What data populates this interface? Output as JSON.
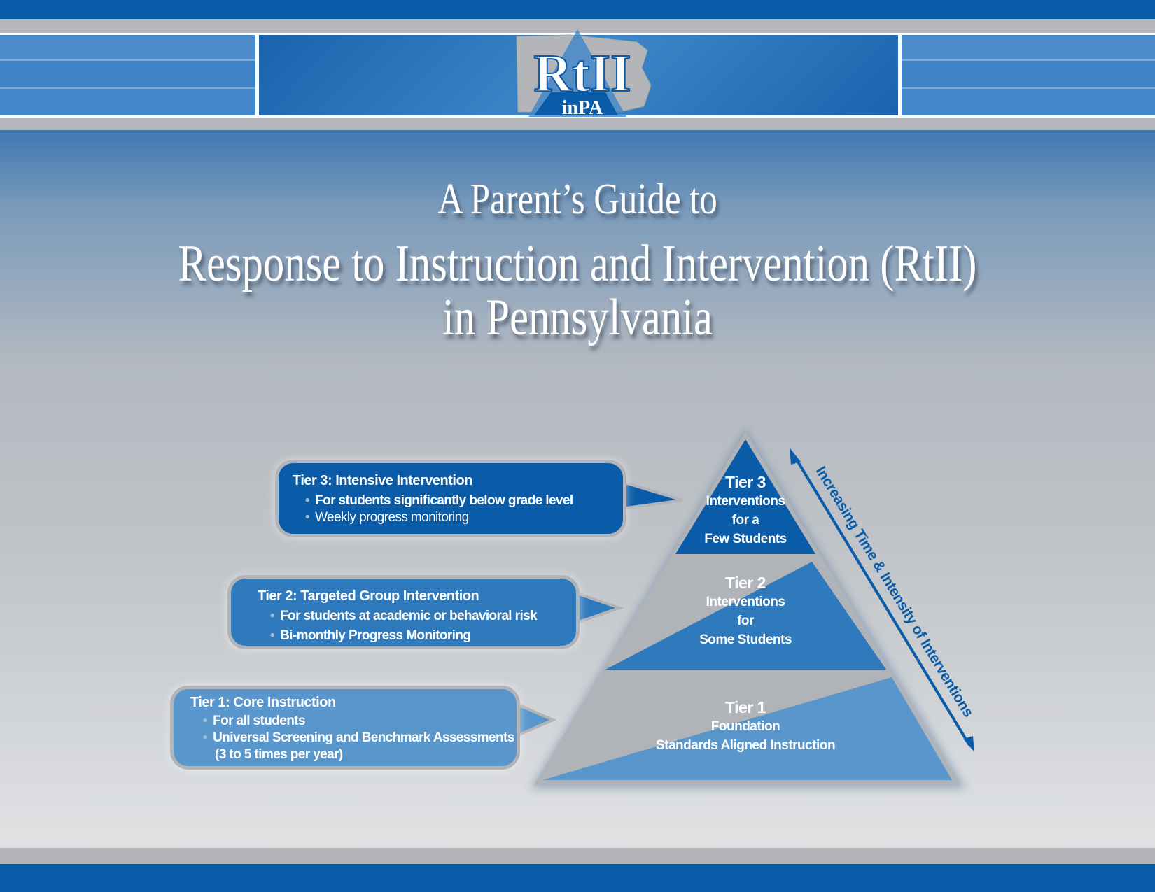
{
  "logo": {
    "main": "RtII",
    "sub": "inPA"
  },
  "title": {
    "line1": "A Parent’s Guide to",
    "line2": "Response to Instruction and Intervention (RtII)",
    "line3": "in Pennsylvania"
  },
  "callouts": [
    {
      "heading": "Tier 3: Intensive Intervention",
      "bullets": [
        "For students significantly below grade level",
        "Weekly progress monitoring"
      ]
    },
    {
      "heading": "Tier 2: Targeted Group Intervention",
      "bullets": [
        "For students at academic or behavioral risk",
        "Bi-monthly Progress Monitoring"
      ]
    },
    {
      "heading": "Tier 1: Core Instruction",
      "bullets": [
        "For all students",
        "Universal Screening and Benchmark Assessments",
        "(3 to 5 times per year)"
      ]
    }
  ],
  "pyramid": {
    "tier3": {
      "title": "Tier 3",
      "lines": [
        "Interventions",
        "for a",
        "Few Students"
      ]
    },
    "tier2": {
      "title": "Tier 2",
      "lines": [
        "Interventions",
        "for",
        "Some Students"
      ]
    },
    "tier1": {
      "title": "Tier 1",
      "lines": [
        "Foundation",
        "Standards Aligned Instruction"
      ]
    }
  },
  "arrow_label": "Increasing Time & Intensity of Interventions",
  "colors": {
    "tier3": "#0a5ca8",
    "tier2": "#2e7abd",
    "tier1": "#5896cb"
  }
}
